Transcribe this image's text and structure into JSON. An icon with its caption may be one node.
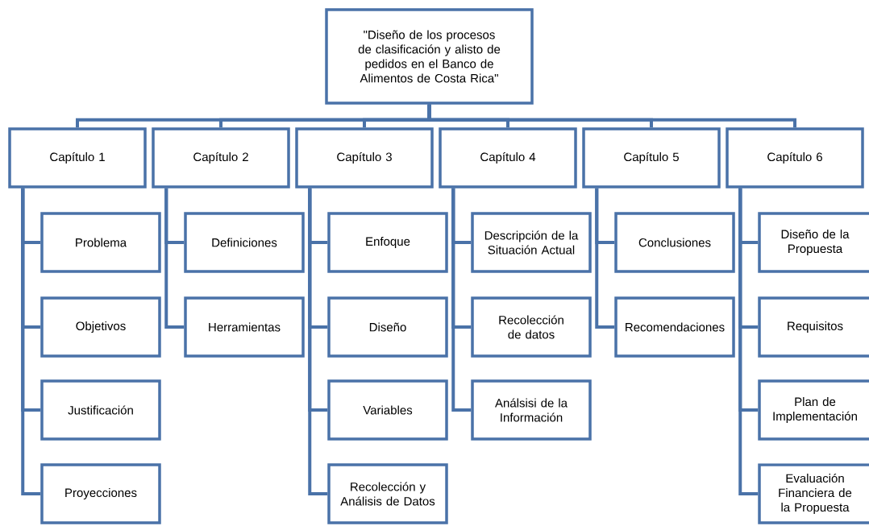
{
  "diagram": {
    "nodes": [
      {
        "text": [
          "\"Diseño de los procesos de clasificación y alisto de pedidos en el Banco de Alimentos de Costa Rica\""
        ]
      },
      {
        "text": [
          "Capítulo 1"
        ]
      },
      {
        "text": [
          "Capítulo 2"
        ]
      },
      {
        "text": [
          "Capítulo 3"
        ]
      },
      {
        "text": [
          "Capítulo 4"
        ]
      },
      {
        "text": [
          "Capítulo 5"
        ]
      },
      {
        "text": [
          "Capítulo 6"
        ]
      },
      {
        "text": [
          "Problema"
        ]
      },
      {
        "text": [
          "Objetivos"
        ]
      },
      {
        "text": [
          "Justificación"
        ]
      },
      {
        "text": [
          "Proyecciones"
        ]
      },
      {
        "text": [
          "Definiciones"
        ]
      },
      {
        "text": [
          "Herramientas"
        ]
      },
      {
        "text": [
          "Enfoque"
        ]
      },
      {
        "text": [
          "Diseño"
        ]
      },
      {
        "text": [
          "Variables"
        ]
      },
      {
        "text": [
          "Recolección y Análisis de Datos"
        ]
      },
      {
        "text": [
          "Descripción de la Situación Actual"
        ]
      },
      {
        "text": [
          "Recolección de datos"
        ]
      },
      {
        "text": [
          "Análsisi de la Información"
        ]
      },
      {
        "text": [
          "Conclusiones"
        ]
      },
      {
        "text": [
          "Recomendaciones"
        ]
      },
      {
        "text": [
          "Diseño de la Propuesta"
        ]
      },
      {
        "text": [
          "Requisitos"
        ]
      },
      {
        "text": [
          "Plan de Implementación"
        ]
      },
      {
        "text": [
          "Evaluación Financiera de la Propuesta"
        ]
      }
    ],
    "edges": [
      {
        "from": 0,
        "to": 1,
        "arrow": "none"
      },
      {
        "from": 0,
        "to": 2,
        "arrow": "none"
      },
      {
        "from": 0,
        "to": 3,
        "arrow": "none"
      },
      {
        "from": 0,
        "to": 4,
        "arrow": "none"
      },
      {
        "from": 0,
        "to": 5,
        "arrow": "none"
      },
      {
        "from": 0,
        "to": 6,
        "arrow": "none"
      },
      {
        "from": 1,
        "to": 7,
        "arrow": "none"
      },
      {
        "from": 1,
        "to": 8,
        "arrow": "none"
      },
      {
        "from": 1,
        "to": 9,
        "arrow": "none"
      },
      {
        "from": 1,
        "to": 10,
        "arrow": "none"
      },
      {
        "from": 2,
        "to": 11,
        "arrow": "none"
      },
      {
        "from": 2,
        "to": 12,
        "arrow": "none"
      },
      {
        "from": 3,
        "to": 13,
        "arrow": "none"
      },
      {
        "from": 3,
        "to": 14,
        "arrow": "none"
      },
      {
        "from": 3,
        "to": 15,
        "arrow": "none"
      },
      {
        "from": 3,
        "to": 16,
        "arrow": "none"
      },
      {
        "from": 4,
        "to": 17,
        "arrow": "none"
      },
      {
        "from": 4,
        "to": 18,
        "arrow": "none"
      },
      {
        "from": 4,
        "to": 19,
        "arrow": "none"
      },
      {
        "from": 5,
        "to": 20,
        "arrow": "none"
      },
      {
        "from": 5,
        "to": 21,
        "arrow": "none"
      },
      {
        "from": 6,
        "to": 22,
        "arrow": "none"
      },
      {
        "from": 6,
        "to": 23,
        "arrow": "none"
      },
      {
        "from": 6,
        "to": 24,
        "arrow": "none"
      },
      {
        "from": 6,
        "to": 25,
        "arrow": "none"
      }
    ]
  }
}
